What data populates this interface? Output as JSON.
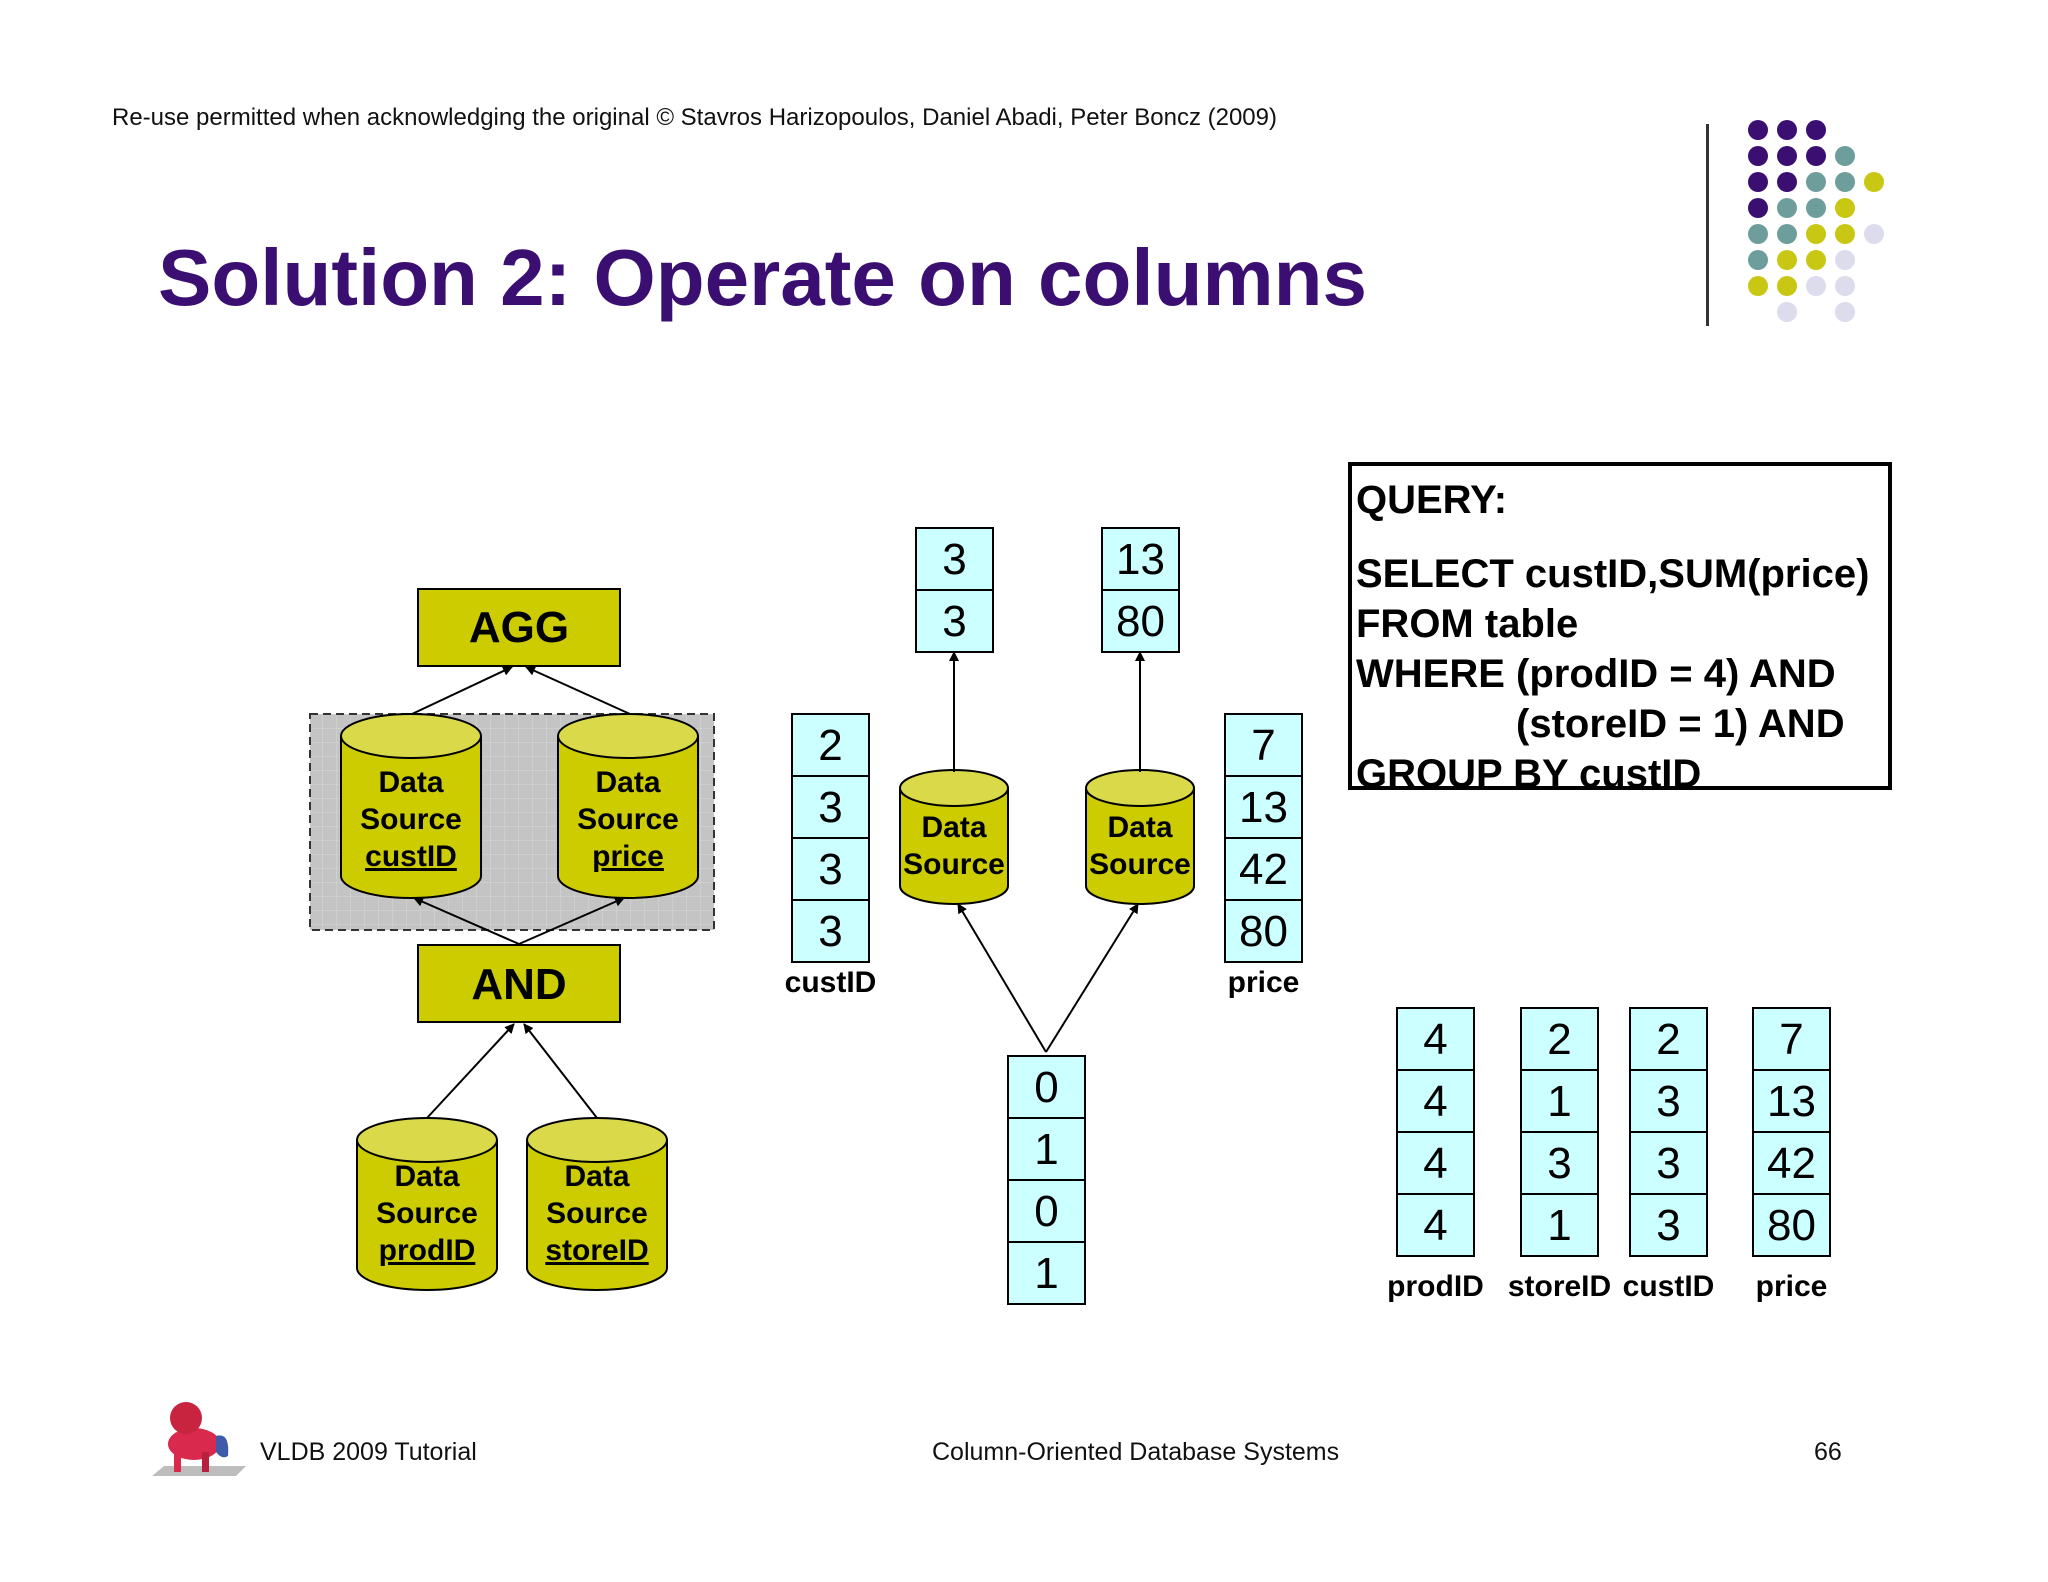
{
  "header": {
    "copyright": "Re-use permitted when acknowledging the original © Stavros Harizopoulos, Daniel Abadi, Peter Boncz (2009)",
    "title": "Solution 2: Operate on columns"
  },
  "colors": {
    "title": "#3b0f72",
    "node_fill": "#cccc00",
    "cell_fill": "#ccffff",
    "dots": [
      "#3b0f72",
      "#6e9e9c",
      "#c8c814",
      "#dcdcec"
    ]
  },
  "plan": {
    "agg_label": "AGG",
    "and_label": "AND",
    "sources": [
      {
        "line1": "Data",
        "line2": "Source",
        "column": "custID"
      },
      {
        "line1": "Data",
        "line2": "Source",
        "column": "price"
      },
      {
        "line1": "Data",
        "line2": "Source",
        "column": "prodID"
      },
      {
        "line1": "Data",
        "line2": "Source",
        "column": "storeID"
      }
    ]
  },
  "execution": {
    "custid_column": {
      "label": "custID",
      "values": [
        "2",
        "3",
        "3",
        "3"
      ]
    },
    "price_column": {
      "label": "price",
      "values": [
        "7",
        "13",
        "42",
        "80"
      ]
    },
    "bitmap": [
      "0",
      "1",
      "0",
      "1"
    ],
    "result_custid": [
      "3",
      "3"
    ],
    "result_price": [
      "13",
      "80"
    ],
    "ds_left": {
      "line1": "Data",
      "line2": "Source"
    },
    "ds_right": {
      "line1": "Data",
      "line2": "Source"
    }
  },
  "query": {
    "lines": [
      "QUERY:",
      "SELECT custID,SUM(price)",
      "FROM table",
      "WHERE (prodID = 4) AND",
      "(storeID = 1) AND",
      "GROUP BY custID"
    ]
  },
  "table": {
    "columns": [
      {
        "label": "prodID",
        "values": [
          "4",
          "4",
          "4",
          "4"
        ]
      },
      {
        "label": "storeID",
        "values": [
          "2",
          "1",
          "3",
          "1"
        ]
      },
      {
        "label": "custID",
        "values": [
          "2",
          "3",
          "3",
          "3"
        ]
      },
      {
        "label": "price",
        "values": [
          "7",
          "13",
          "42",
          "80"
        ]
      }
    ]
  },
  "footer": {
    "left": "VLDB 2009 Tutorial",
    "center": "Column-Oriented Database Systems",
    "page": "66"
  }
}
